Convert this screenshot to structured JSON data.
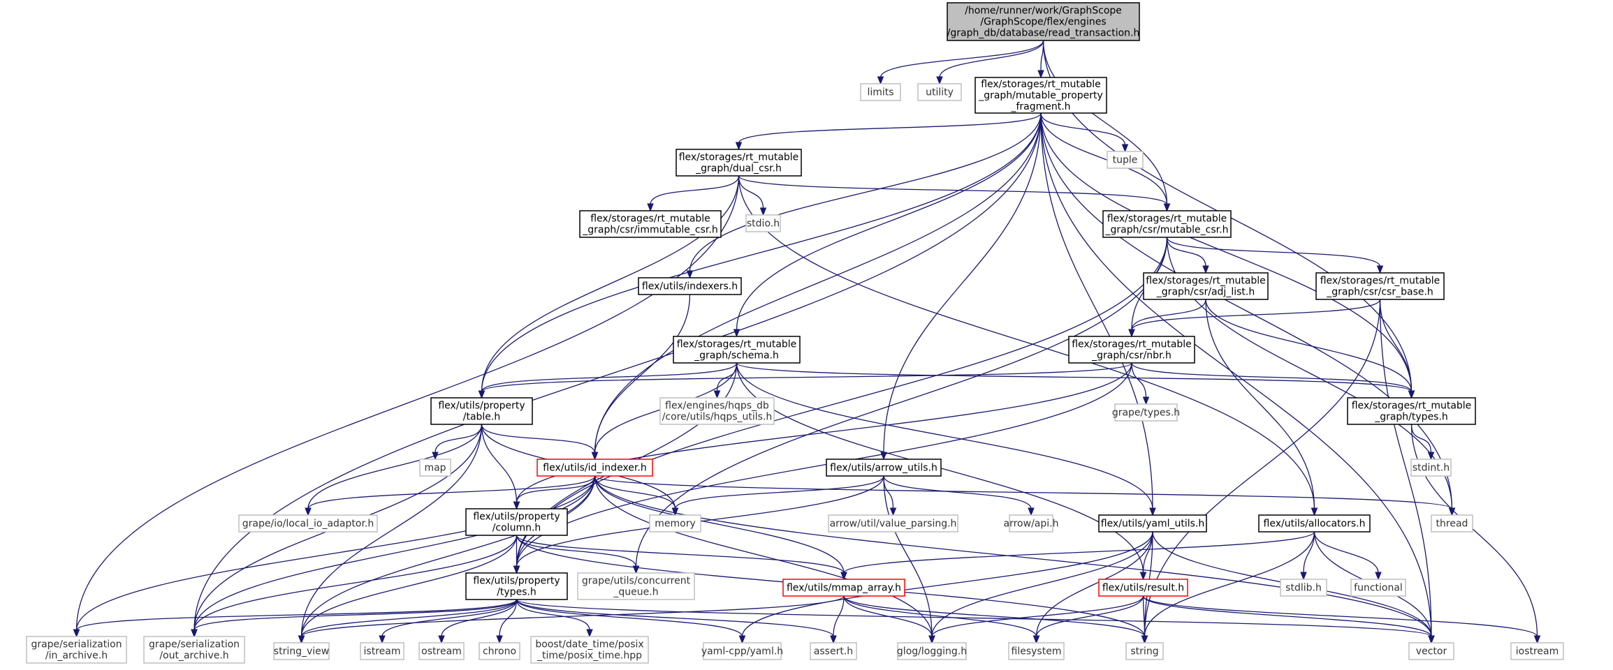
{
  "graph": {
    "colors": {
      "edge": "#191970",
      "root_fill": "#bfbfbf",
      "header_border": "#000000",
      "external_border": "#bfbfbf",
      "truncated_border": "#ff0000",
      "node_fill": "#ffffff"
    },
    "nodes": [
      {
        "id": "root",
        "kind": "root",
        "lines": [
          "/home/runner/work/GraphScope",
          "/GraphScope/flex/engines",
          "/graph_db/database/read_transaction.h"
        ]
      },
      {
        "id": "limits",
        "kind": "external",
        "lines": [
          "limits"
        ]
      },
      {
        "id": "utility",
        "kind": "external",
        "lines": [
          "utility"
        ]
      },
      {
        "id": "mpf",
        "kind": "header",
        "lines": [
          "flex/storages/rt_mutable",
          "_graph/mutable_property",
          "_fragment.h"
        ]
      },
      {
        "id": "tuple",
        "kind": "external",
        "lines": [
          "tuple"
        ]
      },
      {
        "id": "dual_csr",
        "kind": "header",
        "lines": [
          "flex/storages/rt_mutable",
          "_graph/dual_csr.h"
        ]
      },
      {
        "id": "immutable_csr",
        "kind": "header",
        "lines": [
          "flex/storages/rt_mutable",
          "_graph/csr/immutable_csr.h"
        ]
      },
      {
        "id": "stdio",
        "kind": "external",
        "lines": [
          "stdio.h"
        ]
      },
      {
        "id": "mutable_csr",
        "kind": "header",
        "lines": [
          "flex/storages/rt_mutable",
          "_graph/csr/mutable_csr.h"
        ]
      },
      {
        "id": "indexers",
        "kind": "header",
        "lines": [
          "flex/utils/indexers.h"
        ]
      },
      {
        "id": "adj_list",
        "kind": "header",
        "lines": [
          "flex/storages/rt_mutable",
          "_graph/csr/adj_list.h"
        ]
      },
      {
        "id": "csr_base",
        "kind": "header",
        "lines": [
          "flex/storages/rt_mutable",
          "_graph/csr/csr_base.h"
        ]
      },
      {
        "id": "schema",
        "kind": "header",
        "lines": [
          "flex/storages/rt_mutable",
          "_graph/schema.h"
        ]
      },
      {
        "id": "nbr",
        "kind": "header",
        "lines": [
          "flex/storages/rt_mutable",
          "_graph/csr/nbr.h"
        ]
      },
      {
        "id": "table",
        "kind": "header",
        "lines": [
          "flex/utils/property",
          "/table.h"
        ]
      },
      {
        "id": "hqps_utils",
        "kind": "external",
        "lines": [
          "flex/engines/hqps_db",
          "/core/utils/hqps_utils.h"
        ]
      },
      {
        "id": "grape_types",
        "kind": "external",
        "lines": [
          "grape/types.h"
        ]
      },
      {
        "id": "rm_types",
        "kind": "header",
        "lines": [
          "flex/storages/rt_mutable",
          "_graph/types.h"
        ]
      },
      {
        "id": "map",
        "kind": "external",
        "lines": [
          "map"
        ]
      },
      {
        "id": "id_indexer",
        "kind": "truncated",
        "lines": [
          "flex/utils/id_indexer.h"
        ]
      },
      {
        "id": "arrow_utils",
        "kind": "header",
        "lines": [
          "flex/utils/arrow_utils.h"
        ]
      },
      {
        "id": "stdint",
        "kind": "external",
        "lines": [
          "stdint.h"
        ]
      },
      {
        "id": "local_io",
        "kind": "external",
        "lines": [
          "grape/io/local_io_adaptor.h"
        ]
      },
      {
        "id": "column",
        "kind": "header",
        "lines": [
          "flex/utils/property",
          "/column.h"
        ]
      },
      {
        "id": "memory",
        "kind": "external",
        "lines": [
          "memory"
        ]
      },
      {
        "id": "value_parsing",
        "kind": "external",
        "lines": [
          "arrow/util/value_parsing.h"
        ]
      },
      {
        "id": "arrow_api",
        "kind": "external",
        "lines": [
          "arrow/api.h"
        ]
      },
      {
        "id": "yaml_utils",
        "kind": "header",
        "lines": [
          "flex/utils/yaml_utils.h"
        ]
      },
      {
        "id": "allocators",
        "kind": "header",
        "lines": [
          "flex/utils/allocators.h"
        ]
      },
      {
        "id": "thread",
        "kind": "external",
        "lines": [
          "thread"
        ]
      },
      {
        "id": "prop_types",
        "kind": "header",
        "lines": [
          "flex/utils/property",
          "/types.h"
        ]
      },
      {
        "id": "concurrent_queue",
        "kind": "external",
        "lines": [
          "grape/utils/concurrent",
          "_queue.h"
        ]
      },
      {
        "id": "mmap_array",
        "kind": "truncated",
        "lines": [
          "flex/utils/mmap_array.h"
        ]
      },
      {
        "id": "result",
        "kind": "truncated",
        "lines": [
          "flex/utils/result.h"
        ]
      },
      {
        "id": "stdlib",
        "kind": "external",
        "lines": [
          "stdlib.h"
        ]
      },
      {
        "id": "functional",
        "kind": "external",
        "lines": [
          "functional"
        ]
      },
      {
        "id": "in_archive",
        "kind": "external",
        "lines": [
          "grape/serialization",
          "/in_archive.h"
        ]
      },
      {
        "id": "out_archive",
        "kind": "external",
        "lines": [
          "grape/serialization",
          "/out_archive.h"
        ]
      },
      {
        "id": "string_view",
        "kind": "external",
        "lines": [
          "string_view"
        ]
      },
      {
        "id": "istream",
        "kind": "external",
        "lines": [
          "istream"
        ]
      },
      {
        "id": "ostream",
        "kind": "external",
        "lines": [
          "ostream"
        ]
      },
      {
        "id": "chrono",
        "kind": "external",
        "lines": [
          "chrono"
        ]
      },
      {
        "id": "posix_time",
        "kind": "external",
        "lines": [
          "boost/date_time/posix",
          "_time/posix_time.hpp"
        ]
      },
      {
        "id": "yaml_cpp",
        "kind": "external",
        "lines": [
          "yaml-cpp/yaml.h"
        ]
      },
      {
        "id": "assert",
        "kind": "external",
        "lines": [
          "assert.h"
        ]
      },
      {
        "id": "glog",
        "kind": "external",
        "lines": [
          "glog/logging.h"
        ]
      },
      {
        "id": "filesystem",
        "kind": "external",
        "lines": [
          "filesystem"
        ]
      },
      {
        "id": "string",
        "kind": "external",
        "lines": [
          "string"
        ]
      },
      {
        "id": "vector",
        "kind": "external",
        "lines": [
          "vector"
        ]
      },
      {
        "id": "iostream",
        "kind": "external",
        "lines": [
          "iostream"
        ]
      }
    ],
    "edges": [
      [
        "root",
        "limits"
      ],
      [
        "root",
        "utility"
      ],
      [
        "root",
        "mpf"
      ],
      [
        "root",
        "mutable_csr"
      ],
      [
        "root",
        "rm_types"
      ],
      [
        "mpf",
        "tuple"
      ],
      [
        "mpf",
        "dual_csr"
      ],
      [
        "mpf",
        "mutable_csr"
      ],
      [
        "mpf",
        "indexers"
      ],
      [
        "mpf",
        "schema"
      ],
      [
        "mpf",
        "table"
      ],
      [
        "mpf",
        "rm_types"
      ],
      [
        "mpf",
        "id_indexer"
      ],
      [
        "mpf",
        "arrow_utils"
      ],
      [
        "mpf",
        "yaml_utils"
      ],
      [
        "mpf",
        "out_archive"
      ],
      [
        "mpf",
        "thread"
      ],
      [
        "mpf",
        "vector"
      ],
      [
        "dual_csr",
        "immutable_csr"
      ],
      [
        "dual_csr",
        "stdio"
      ],
      [
        "dual_csr",
        "mutable_csr"
      ],
      [
        "dual_csr",
        "table"
      ],
      [
        "dual_csr",
        "in_archive"
      ],
      [
        "dual_csr",
        "allocators"
      ],
      [
        "mutable_csr",
        "adj_list"
      ],
      [
        "mutable_csr",
        "csr_base"
      ],
      [
        "mutable_csr",
        "nbr"
      ],
      [
        "mutable_csr",
        "prop_types"
      ],
      [
        "mutable_csr",
        "thread"
      ],
      [
        "mutable_csr",
        "concurrent_queue"
      ],
      [
        "adj_list",
        "nbr"
      ],
      [
        "adj_list",
        "rm_types"
      ],
      [
        "adj_list",
        "allocators"
      ],
      [
        "csr_base",
        "nbr"
      ],
      [
        "csr_base",
        "rm_types"
      ],
      [
        "csr_base",
        "string"
      ],
      [
        "csr_base",
        "vector"
      ],
      [
        "indexers",
        "id_indexer"
      ],
      [
        "schema",
        "hqps_utils"
      ],
      [
        "schema",
        "table"
      ],
      [
        "schema",
        "rm_types"
      ],
      [
        "schema",
        "id_indexer"
      ],
      [
        "schema",
        "yaml_utils"
      ],
      [
        "schema",
        "result"
      ],
      [
        "schema",
        "prop_types"
      ],
      [
        "nbr",
        "grape_types"
      ],
      [
        "nbr",
        "rm_types"
      ],
      [
        "nbr",
        "table"
      ],
      [
        "nbr",
        "column"
      ],
      [
        "nbr",
        "prop_types"
      ],
      [
        "table",
        "map"
      ],
      [
        "table",
        "id_indexer"
      ],
      [
        "table",
        "column"
      ],
      [
        "table",
        "memory"
      ],
      [
        "table",
        "local_io"
      ],
      [
        "table",
        "out_archive"
      ],
      [
        "table",
        "string_view"
      ],
      [
        "rm_types",
        "stdint"
      ],
      [
        "rm_types",
        "iostream"
      ],
      [
        "id_indexer",
        "column"
      ],
      [
        "id_indexer",
        "memory"
      ],
      [
        "id_indexer",
        "local_io"
      ],
      [
        "id_indexer",
        "prop_types"
      ],
      [
        "id_indexer",
        "mmap_array"
      ],
      [
        "id_indexer",
        "in_archive"
      ],
      [
        "id_indexer",
        "out_archive"
      ],
      [
        "id_indexer",
        "string_view"
      ],
      [
        "id_indexer",
        "thread"
      ],
      [
        "id_indexer",
        "glog"
      ],
      [
        "id_indexer",
        "vector"
      ],
      [
        "arrow_utils",
        "memory"
      ],
      [
        "arrow_utils",
        "value_parsing"
      ],
      [
        "arrow_utils",
        "arrow_api"
      ],
      [
        "arrow_utils",
        "prop_types"
      ],
      [
        "arrow_utils",
        "glog"
      ],
      [
        "column",
        "prop_types"
      ],
      [
        "column",
        "concurrent_queue"
      ],
      [
        "column",
        "mmap_array"
      ],
      [
        "column",
        "string_view"
      ],
      [
        "column",
        "out_archive"
      ],
      [
        "column",
        "string"
      ],
      [
        "yaml_utils",
        "result"
      ],
      [
        "yaml_utils",
        "yaml_cpp"
      ],
      [
        "yaml_utils",
        "glog"
      ],
      [
        "yaml_utils",
        "filesystem"
      ],
      [
        "yaml_utils",
        "string"
      ],
      [
        "yaml_utils",
        "vector"
      ],
      [
        "allocators",
        "stdlib"
      ],
      [
        "allocators",
        "functional"
      ],
      [
        "allocators",
        "mmap_array"
      ],
      [
        "allocators",
        "string"
      ],
      [
        "allocators",
        "vector"
      ],
      [
        "prop_types",
        "in_archive"
      ],
      [
        "prop_types",
        "out_archive"
      ],
      [
        "prop_types",
        "string_view"
      ],
      [
        "prop_types",
        "istream"
      ],
      [
        "prop_types",
        "ostream"
      ],
      [
        "prop_types",
        "chrono"
      ],
      [
        "prop_types",
        "posix_time"
      ],
      [
        "prop_types",
        "yaml_cpp"
      ],
      [
        "prop_types",
        "assert"
      ],
      [
        "prop_types",
        "vector"
      ],
      [
        "mmap_array",
        "assert"
      ],
      [
        "mmap_array",
        "glog"
      ],
      [
        "mmap_array",
        "filesystem"
      ],
      [
        "mmap_array",
        "string"
      ],
      [
        "mmap_array",
        "string_view"
      ],
      [
        "result",
        "glog"
      ],
      [
        "result",
        "filesystem"
      ],
      [
        "result",
        "string"
      ],
      [
        "result",
        "vector"
      ],
      [
        "result",
        "iostream"
      ]
    ]
  }
}
